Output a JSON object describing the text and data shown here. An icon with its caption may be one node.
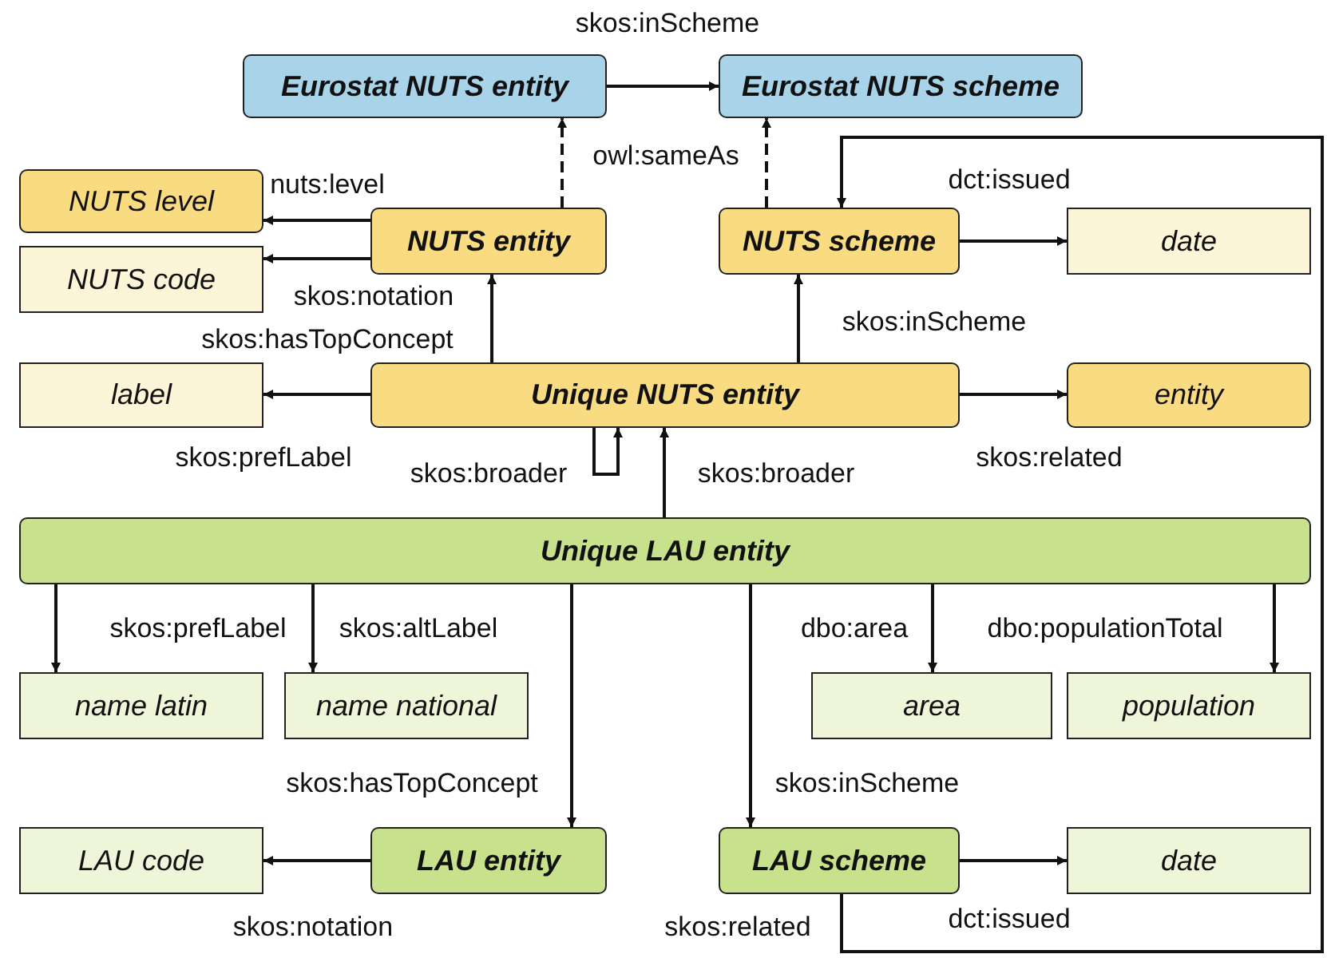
{
  "diagram": {
    "nodes": [
      {
        "text": [
          "Eurostat NUTS entity"
        ]
      },
      {
        "text": [
          "Eurostat NUTS scheme"
        ]
      },
      {
        "text": [
          "NUTS level"
        ]
      },
      {
        "text": [
          "NUTS entity"
        ]
      },
      {
        "text": [
          "NUTS scheme"
        ]
      },
      {
        "text": [
          "date"
        ]
      },
      {
        "text": [
          "NUTS code"
        ]
      },
      {
        "text": [
          "label"
        ]
      },
      {
        "text": [
          "Unique NUTS entity"
        ]
      },
      {
        "text": [
          "entity"
        ]
      },
      {
        "text": [
          "Unique LAU entity"
        ]
      },
      {
        "text": [
          "name latin"
        ]
      },
      {
        "text": [
          "name national"
        ]
      },
      {
        "text": [
          "area"
        ]
      },
      {
        "text": [
          "population"
        ]
      },
      {
        "text": [
          "LAU code"
        ]
      },
      {
        "text": [
          "LAU entity"
        ]
      },
      {
        "text": [
          "LAU scheme"
        ]
      },
      {
        "text": [
          "date"
        ]
      }
    ],
    "edges": [
      {
        "from": 0,
        "to": 1,
        "arrow": "to",
        "label": "skos:inScheme"
      },
      {
        "from": 3,
        "to": 0,
        "arrow": "to",
        "style": "dashed",
        "label": "owl:sameAs"
      },
      {
        "from": 4,
        "to": 1,
        "arrow": "to",
        "style": "dashed"
      },
      {
        "from": 3,
        "to": 2,
        "arrow": "to",
        "label": "nuts:level"
      },
      {
        "from": 3,
        "to": 6,
        "arrow": "to",
        "label": "skos:notation"
      },
      {
        "from": 8,
        "to": 3,
        "arrow": "to",
        "label": "skos:hasTopConcept"
      },
      {
        "from": 4,
        "to": 5,
        "arrow": "to",
        "label": "dct:issued"
      },
      {
        "from": 8,
        "to": 4,
        "arrow": "to",
        "label": "skos:inScheme"
      },
      {
        "from": 8,
        "to": 7,
        "arrow": "to",
        "label": "skos:prefLabel"
      },
      {
        "from": 8,
        "to": 9,
        "arrow": "to",
        "label": "skos:related"
      },
      {
        "from": 8,
        "to": 8,
        "arrow": "to",
        "label": "skos:broader"
      },
      {
        "from": 10,
        "to": 8,
        "arrow": "to",
        "label": "skos:broader"
      },
      {
        "from": 10,
        "to": 11,
        "arrow": "to",
        "label": "skos:prefLabel"
      },
      {
        "from": 10,
        "to": 12,
        "arrow": "to",
        "label": "skos:altLabel"
      },
      {
        "from": 10,
        "to": 16,
        "arrow": "to",
        "label": "skos:hasTopConcept"
      },
      {
        "from": 10,
        "to": 17,
        "arrow": "to",
        "label": "skos:inScheme"
      },
      {
        "from": 10,
        "to": 13,
        "arrow": "to",
        "label": "dbo:area"
      },
      {
        "from": 10,
        "to": 14,
        "arrow": "to",
        "label": "dbo:populationTotal"
      },
      {
        "from": 16,
        "to": 15,
        "arrow": "to",
        "label": "skos:notation"
      },
      {
        "from": 17,
        "to": 18,
        "arrow": "to",
        "label": "dct:issued"
      },
      {
        "from": 17,
        "to": 4,
        "arrow": "to",
        "label": "skos:related"
      }
    ]
  }
}
